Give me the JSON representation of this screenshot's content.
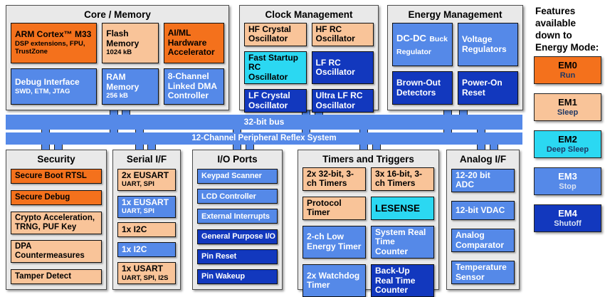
{
  "colors": {
    "orange": "#F4711C",
    "peach": "#F9C499",
    "cyan": "#2BD8F2",
    "blue": "#5589E8",
    "dark_blue": "#1238BE",
    "panel_bg": "#E9E9E9"
  },
  "buses": [
    {
      "label": "32-bit bus"
    },
    {
      "label": "12-Channel Peripheral Reflex System"
    }
  ],
  "legend": {
    "title": "Features\navailable\ndown to\nEnergy Mode:",
    "modes": [
      {
        "label": "EM0",
        "sublabel": "Run",
        "color": "orange"
      },
      {
        "label": "EM1",
        "sublabel": "Sleep",
        "color": "peach"
      },
      {
        "label": "EM2",
        "sublabel": "Deep Sleep",
        "color": "cyan"
      },
      {
        "label": "EM3",
        "sublabel": "Stop",
        "color": "blue"
      },
      {
        "label": "EM4",
        "sublabel": "Shutoff",
        "color": "darkblue"
      }
    ]
  },
  "sections": [
    {
      "id": "core-memory",
      "title": "Core / Memory",
      "blocks": [
        {
          "main": "ARM Cortex™ M33",
          "sub": "DSP extensions, FPU, TrustZone",
          "color": "orange"
        },
        {
          "main": "Flash Memory",
          "sub": "1024 kB",
          "color": "peach"
        },
        {
          "main": "AI/ML Hardware Accelerator",
          "color": "orange"
        },
        {
          "main": "Debug Interface",
          "sub": "SWD, ETM, JTAG",
          "color": "blue"
        },
        {
          "main": "RAM Memory",
          "sub": "256 kB",
          "color": "blue"
        },
        {
          "main": "8-Channel Linked DMA Controller",
          "color": "blue"
        }
      ]
    },
    {
      "id": "clock-management",
      "title": "Clock Management",
      "blocks": [
        {
          "main": "HF Crystal Oscillator",
          "color": "peach"
        },
        {
          "main": "HF RC Oscillator",
          "color": "peach"
        },
        {
          "main": "Fast Startup RC Oscillator",
          "color": "cyan"
        },
        {
          "main": "LF RC Oscillator",
          "color": "darkblue"
        },
        {
          "main": "LF Crystal Oscillator",
          "color": "darkblue"
        },
        {
          "main": "Ultra LF RC Oscillator",
          "color": "darkblue"
        }
      ]
    },
    {
      "id": "energy-management",
      "title": "Energy Management",
      "blocks": [
        {
          "main": "DC-DC",
          "sub": "Buck Regulator",
          "color": "blue",
          "inline_sub": true
        },
        {
          "main": "Voltage Regulators",
          "color": "blue"
        },
        {
          "main": "Brown-Out Detectors",
          "color": "darkblue"
        },
        {
          "main": "Power-On Reset",
          "color": "darkblue"
        }
      ]
    },
    {
      "id": "security",
      "title": "Security",
      "blocks": [
        {
          "main": "Secure Boot RTSL",
          "color": "orange"
        },
        {
          "main": "Secure Debug",
          "color": "orange"
        },
        {
          "main": "Crypto Acceleration, TRNG, PUF Key",
          "color": "peach"
        },
        {
          "main": "DPA Countermeasures",
          "color": "peach"
        },
        {
          "main": "Tamper Detect",
          "color": "peach"
        }
      ]
    },
    {
      "id": "serial-if",
      "title": "Serial I/F",
      "blocks": [
        {
          "main": "2x EUSART",
          "sub": "UART, SPI",
          "color": "peach"
        },
        {
          "main": "1x EUSART",
          "sub": "UART, SPI",
          "color": "blue"
        },
        {
          "main": "1x I2C",
          "color": "peach"
        },
        {
          "main": "1x I2C",
          "color": "blue"
        },
        {
          "main": "1x USART",
          "sub": "UART, SPI, I2S",
          "color": "peach"
        }
      ]
    },
    {
      "id": "io-ports",
      "title": "I/O Ports",
      "blocks": [
        {
          "main": "Keypad Scanner",
          "color": "blue"
        },
        {
          "main": "LCD Controller",
          "color": "blue"
        },
        {
          "main": "External Interrupts",
          "color": "blue"
        },
        {
          "main": "General Purpose I/O",
          "color": "darkblue"
        },
        {
          "main": "Pin Reset",
          "color": "darkblue"
        },
        {
          "main": "Pin Wakeup",
          "color": "darkblue"
        }
      ]
    },
    {
      "id": "timers-triggers",
      "title": "Timers and Triggers",
      "blocks": [
        {
          "main": "2x 32-bit, 3-ch Timers",
          "color": "peach"
        },
        {
          "main": "3x 16-bit, 3-ch Timers",
          "color": "peach"
        },
        {
          "main": "Protocol Timer",
          "color": "peach"
        },
        {
          "main": "LESENSE",
          "color": "cyan",
          "size": "lg"
        },
        {
          "main": "2-ch Low Energy Timer",
          "color": "blue"
        },
        {
          "main": "System Real Time Counter",
          "color": "blue"
        },
        {
          "main": "2x Watchdog Timer",
          "color": "blue"
        },
        {
          "main": "Back-Up Real Time Counter",
          "color": "darkblue"
        }
      ]
    },
    {
      "id": "analog-if",
      "title": "Analog I/F",
      "blocks": [
        {
          "main": "12-20 bit ADC",
          "color": "blue"
        },
        {
          "main": "12-bit VDAC",
          "color": "blue"
        },
        {
          "main": "Analog Comparator",
          "color": "blue"
        },
        {
          "main": "Temperature Sensor",
          "color": "blue"
        }
      ]
    }
  ]
}
